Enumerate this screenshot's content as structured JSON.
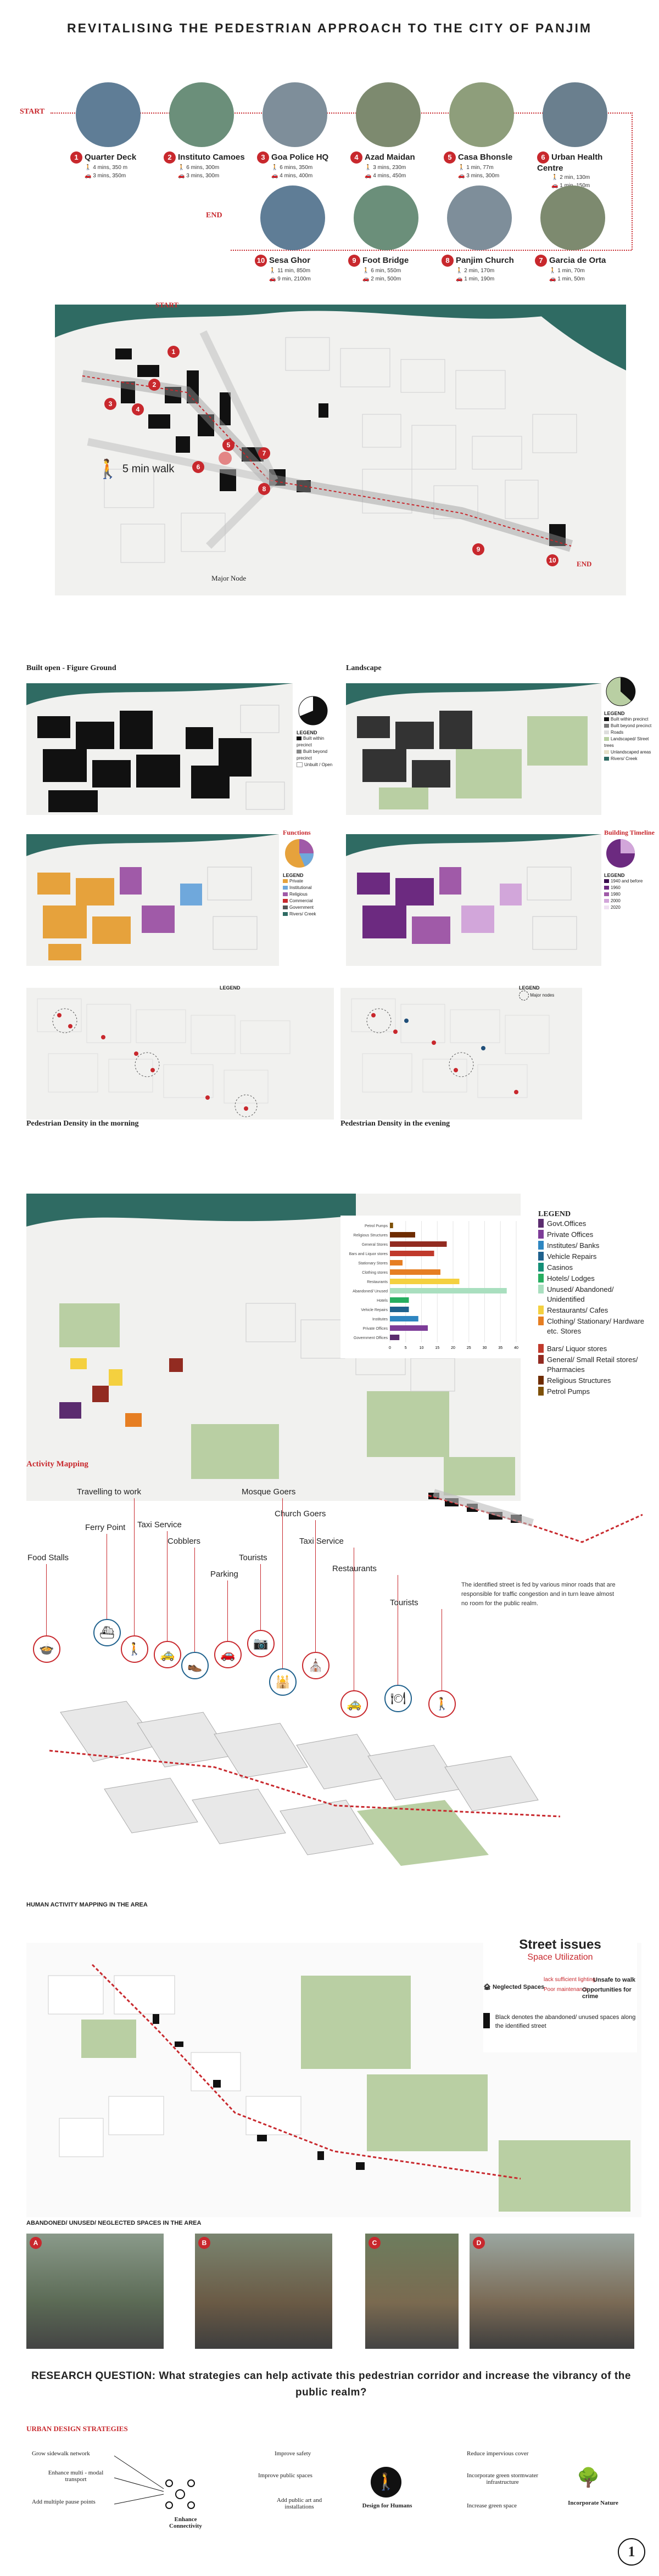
{
  "header": {
    "title": "REVITALISING THE PEDESTRIAN APPROACH TO THE CITY OF PANJIM"
  },
  "route": {
    "start_label": "START",
    "end_label": "END",
    "stops_top": [
      {
        "num": "1",
        "name": "Quarter Deck",
        "walk": "4 mins, 350 m",
        "drive": "3 mins, 350m"
      },
      {
        "num": "2",
        "name": "Instituto Camoes",
        "walk": "6 mins, 300m",
        "drive": "3 mins, 300m"
      },
      {
        "num": "3",
        "name": "Goa Police HQ",
        "walk": "6 mins, 350m",
        "drive": "4 mins, 400m"
      },
      {
        "num": "4",
        "name": "Azad Maidan",
        "walk": "3 mins, 230m",
        "drive": "4 mins, 450m"
      },
      {
        "num": "5",
        "name": "Casa Bhonsle",
        "walk": "1 min, 77m",
        "drive": "3 mins, 300m"
      },
      {
        "num": "6",
        "name": "Urban Health Centre",
        "walk": "2 min, 130m",
        "drive": "1 min, 150m"
      }
    ],
    "stops_bottom": [
      {
        "num": "10",
        "name": "Sesa Ghor",
        "walk": "11 min, 850m",
        "drive": "9 min, 2100m"
      },
      {
        "num": "9",
        "name": "Foot Bridge",
        "walk": "6 min, 550m",
        "drive": "2 min, 500m"
      },
      {
        "num": "8",
        "name": "Panjim Church",
        "walk": "2 min, 170m",
        "drive": "1 min, 190m"
      },
      {
        "num": "7",
        "name": "Garcia de Orta",
        "walk": "1 min, 70m",
        "drive": "1 min, 50m"
      }
    ]
  },
  "main_map": {
    "start": "START",
    "end": "END",
    "walk_label": "5 min walk",
    "node_label": "Major Node",
    "markers": [
      "1",
      "2",
      "3",
      "4",
      "5",
      "6",
      "7",
      "8",
      "9",
      "10"
    ]
  },
  "panels": {
    "figure_ground": {
      "title": "Built open - Figure Ground",
      "legend_title": "LEGEND",
      "items": [
        "Built within precinct",
        "Built beyond precinct",
        "Unbuilt / Open"
      ]
    },
    "landscape": {
      "title": "Landscape",
      "legend_title": "LEGEND",
      "items": [
        "Built within precinct",
        "Built beyond precinct",
        "Roads",
        "Landscaped/ Street trees",
        "Unlandscaped areas",
        "Rivers/ Creek"
      ]
    },
    "functions": {
      "title": "Functions",
      "legend_title": "LEGEND",
      "items": [
        "Private",
        "Institutional",
        "Religious",
        "Commercial",
        "Government",
        "Rivers/ Creek"
      ]
    },
    "timeline": {
      "title": "Building Timeline",
      "legend_title": "LEGEND",
      "items": [
        "1940 and before",
        "1960",
        "1980",
        "2000",
        "2020"
      ]
    },
    "density_morning": {
      "title": "Pedestrian Density in the morning"
    },
    "density_evening": {
      "title": "Pedestrian Density in the evening"
    },
    "density_legend": {
      "title": "LEGEND",
      "major_nodes": "Major nodes"
    }
  },
  "activity": {
    "title": "Activity Mapping",
    "legend_title": "LEGEND",
    "legend": [
      {
        "label": "Govt.Offices",
        "color": "#5b2c6f"
      },
      {
        "label": "Private Offices",
        "color": "#7d3c98"
      },
      {
        "label": "Institutes/ Banks",
        "color": "#2e86c1"
      },
      {
        "label": "Vehicle Repairs",
        "color": "#1f618d"
      },
      {
        "label": "Casinos",
        "color": "#148f77"
      },
      {
        "label": "Hotels/ Lodges",
        "color": "#27ae60"
      },
      {
        "label": "Unused/ Abandoned/ Unidentified",
        "color": "#a9dfbf"
      },
      {
        "label": "Restaurants/ Cafes",
        "color": "#f4d03f"
      },
      {
        "label": "Clothing/ Stationary/ Hardware etc. Stores",
        "color": "#e67e22"
      },
      {
        "label": "Bars/ Liquor stores",
        "color": "#c0392b"
      },
      {
        "label": "General/ Small Retail stores/ Pharmacies",
        "color": "#922b21"
      },
      {
        "label": "Religious Structures",
        "color": "#6e2c00"
      },
      {
        "label": "Petrol Pumps",
        "color": "#7e5109"
      }
    ],
    "bar_categories": [
      "Petrol Pumps",
      "Religious Structures",
      "General Stores",
      "Bars and Liquor stores",
      "Stationary Stores",
      "Clothing stores",
      "Restaurants",
      "Abandoned/ Unused",
      "Hotels",
      "Vehicle Repairs",
      "Institutes",
      "Private Offices",
      "Government Offices"
    ],
    "bar_values": [
      1,
      8,
      18,
      14,
      4,
      16,
      22,
      37,
      6,
      6,
      9,
      12,
      3
    ]
  },
  "human_activity": {
    "title": "HUMAN ACTIVITY MAPPING IN THE AREA",
    "labels": [
      "Food Stalls",
      "Ferry Point",
      "Travelling to work",
      "Taxi Service",
      "Cobblers",
      "Parking",
      "Tourists",
      "Mosque Goers",
      "Church Goers",
      "Taxi Service",
      "Restaurants",
      "Tourists"
    ],
    "note": "The identified street is fed by various minor roads that are responsible for traffic congestion and in turn leave almost no room for the public realm."
  },
  "street_issues": {
    "title": "Street issues",
    "subtitle": "Space Utilization",
    "neglected": "Neglected Spaces",
    "lack": "lack sufficient lighting",
    "poor": "Poor maintenance",
    "unsafe": "Unsafe to walk",
    "crime": "Opportunities for crime",
    "black_note": "Black denotes the abandoned/ unused spaces along the identified street",
    "section_title": "ABANDONED/ UNUSED/ NEGLECTED SPACES IN THE AREA",
    "photo_badges": [
      "A",
      "B",
      "C",
      "D"
    ]
  },
  "research": {
    "question": "RESEARCH QUESTION: What strategies can help activate this pedestrian corridor and increase the  vibrancy of the public realm?"
  },
  "strategies": {
    "title": "URBAN DESIGN STRATEGIES",
    "group1": {
      "center": "Enhance Connectivity",
      "items": [
        "Grow sidewalk network",
        "Enhance multi - modal transport",
        "Add multiple pause points"
      ]
    },
    "group2": {
      "center": "Design for Humans",
      "items": [
        "Improve safety",
        "Improve public spaces",
        "Add public art and installations"
      ]
    },
    "group3": {
      "center": "Incorporate Nature",
      "items": [
        "Reduce impervious cover",
        "Incorporate green stormwater infrastructure",
        "Increase green space"
      ]
    },
    "page_number": "1"
  }
}
